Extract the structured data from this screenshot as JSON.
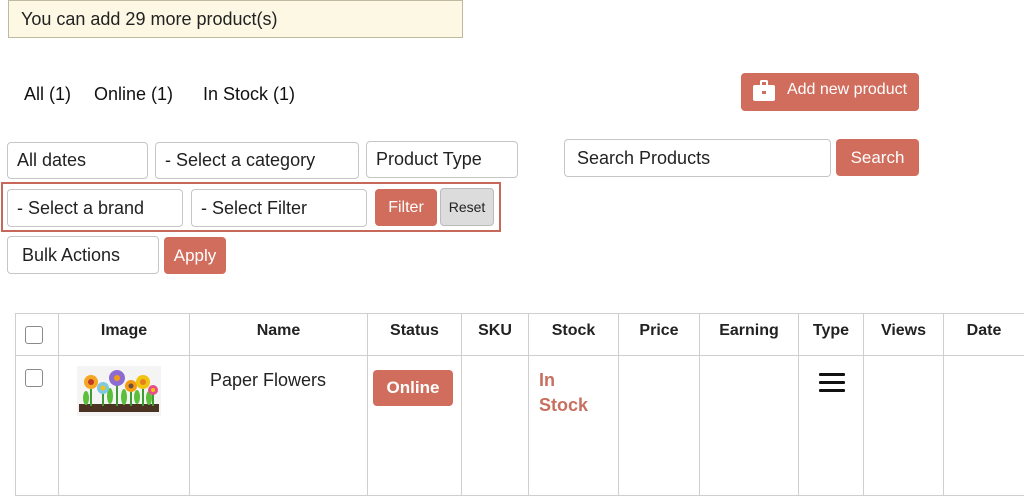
{
  "notice": {
    "text": "You can add 29 more product(s)"
  },
  "status_filters": [
    {
      "label": "All (1)"
    },
    {
      "label": "Online (1)"
    },
    {
      "label": "In Stock (1)"
    }
  ],
  "add_product": {
    "label": "Add new product",
    "icon": "briefcase-icon"
  },
  "filters": {
    "dates": "All dates",
    "category": "- Select a category",
    "product_type": "Product Type",
    "brand": "- Select a brand",
    "filter_select": "- Select Filter",
    "filter_button": "Filter",
    "reset_button": "Reset"
  },
  "search": {
    "placeholder": "Search Products",
    "button": "Search"
  },
  "bulk": {
    "select": "Bulk Actions",
    "apply": "Apply"
  },
  "table": {
    "columns": [
      "Image",
      "Name",
      "Status",
      "SKU",
      "Stock",
      "Price",
      "Earning",
      "Type",
      "Views",
      "Date"
    ],
    "rows": [
      {
        "name": "Paper Flowers",
        "status": "Online",
        "sku": "",
        "stock_line1": "In",
        "stock_line2": "Stock",
        "price": "",
        "earning": "",
        "type_icon": "menu-icon",
        "views": "",
        "date": ""
      }
    ]
  },
  "colors": {
    "accent": "#d16d5c",
    "notice_bg": "#fcf8e3",
    "stock_text": "#c8705f"
  }
}
